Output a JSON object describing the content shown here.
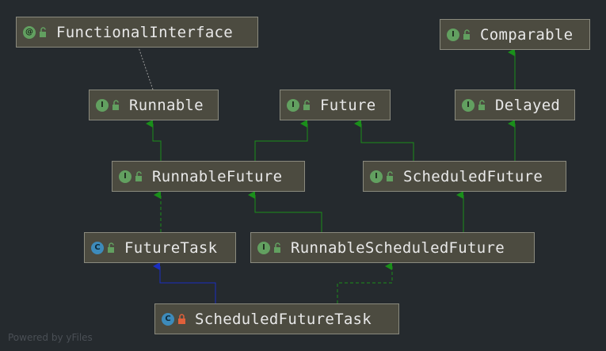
{
  "diagram": {
    "nodes": [
      {
        "id": "functional",
        "label": "FunctionalInterface",
        "kind": "annotation",
        "badge": "@",
        "lock": "open"
      },
      {
        "id": "comparable",
        "label": "Comparable",
        "kind": "interface",
        "badge": "I",
        "lock": "open"
      },
      {
        "id": "runnable",
        "label": "Runnable",
        "kind": "interface",
        "badge": "I",
        "lock": "open"
      },
      {
        "id": "future",
        "label": "Future",
        "kind": "interface",
        "badge": "I",
        "lock": "open"
      },
      {
        "id": "delayed",
        "label": "Delayed",
        "kind": "interface",
        "badge": "I",
        "lock": "open"
      },
      {
        "id": "runnablefuture",
        "label": "RunnableFuture",
        "kind": "interface",
        "badge": "I",
        "lock": "open"
      },
      {
        "id": "scheduledfuture",
        "label": "ScheduledFuture",
        "kind": "interface",
        "badge": "I",
        "lock": "open"
      },
      {
        "id": "futuretask",
        "label": "FutureTask",
        "kind": "class",
        "badge": "C",
        "lock": "open"
      },
      {
        "id": "rsf",
        "label": "RunnableScheduledFuture",
        "kind": "interface",
        "badge": "I",
        "lock": "open"
      },
      {
        "id": "sft",
        "label": "ScheduledFutureTask",
        "kind": "class",
        "badge": "C",
        "lock": "closed"
      }
    ],
    "colors": {
      "extends_interface": "#1a8f1a",
      "extends_class": "#1a2ec0",
      "annotation_link": "#9a9a9a",
      "node_fill": "#4c4b40",
      "node_border": "#8a8a7e",
      "text": "#e8e8e8",
      "lock_open": "#62a060",
      "lock_closed": "#e0603a"
    }
  },
  "footer": "Powered by yFiles"
}
